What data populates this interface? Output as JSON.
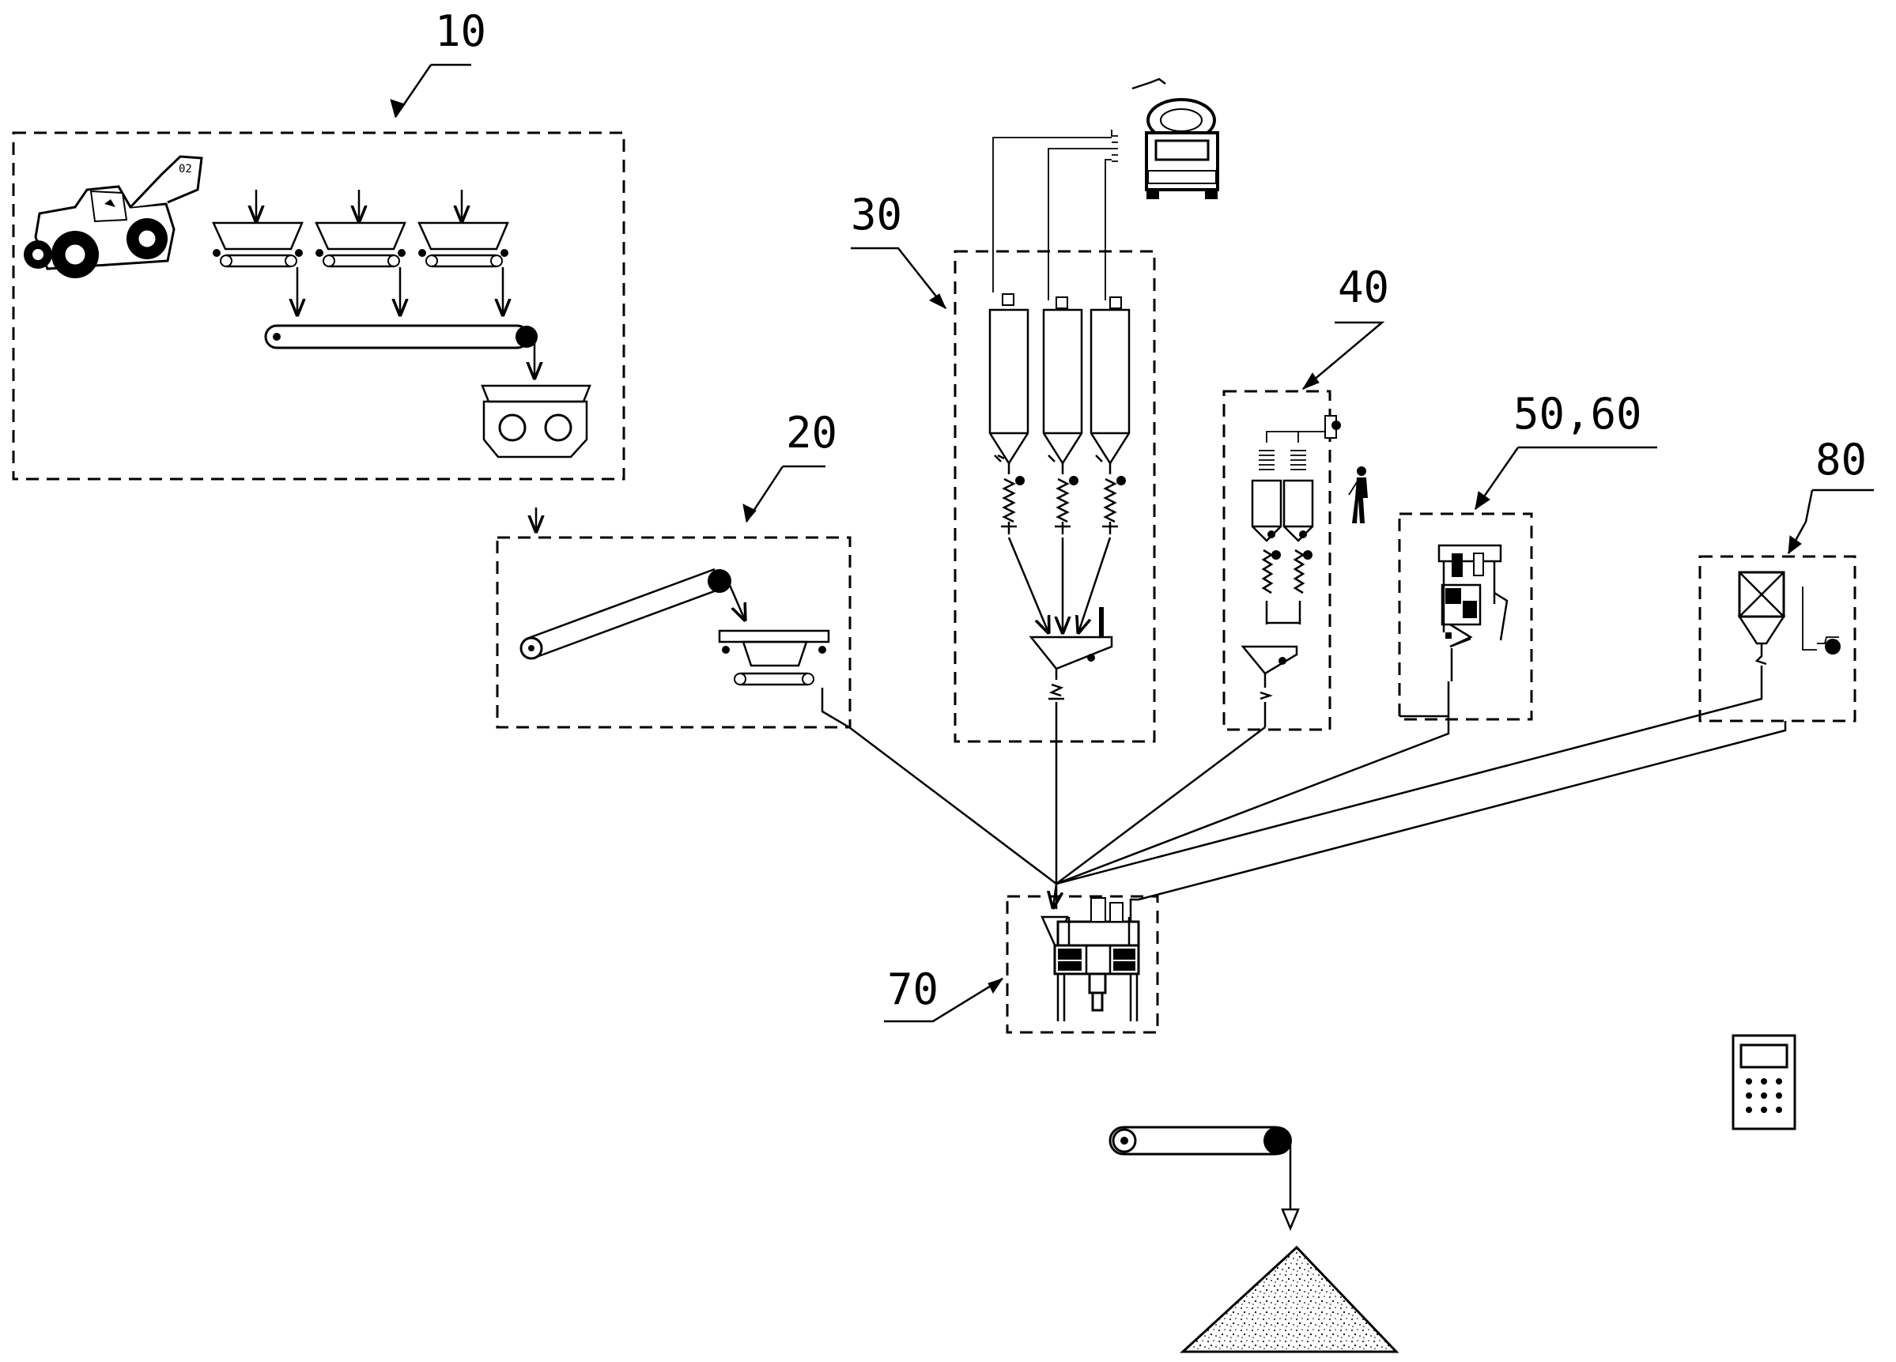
{
  "labels": {
    "unit_10": "10",
    "unit_20": "20",
    "unit_30": "30",
    "unit_40": "40",
    "unit_50_60": "50,60",
    "unit_70": "70",
    "unit_80": "80"
  },
  "loader_bucket_text": "02"
}
